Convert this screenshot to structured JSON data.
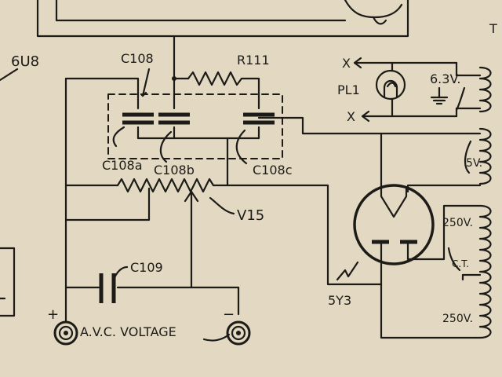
{
  "labels": {
    "tube_6u8": "6U8",
    "c108": "C108",
    "r111": "R111",
    "c108a": "C108a",
    "c108b": "C108b",
    "c108c": "C108c",
    "v15": "V15",
    "c109": "C109",
    "avc": "A.V.C. VOLTAGE",
    "plus": "+",
    "minus": "−",
    "rectifier": "5Y3",
    "pilot_lamp": "PL1",
    "heater_x_top": "X",
    "heater_x_bottom": "X",
    "v63": "6.3V.",
    "v5": "5V.",
    "v250_top": "250V.",
    "ct": "C.T.",
    "v250_bottom": "250V.",
    "transformer_ref": "T"
  },
  "colors": {
    "paper": "#e3d9c2",
    "ink": "#1c1b18"
  }
}
